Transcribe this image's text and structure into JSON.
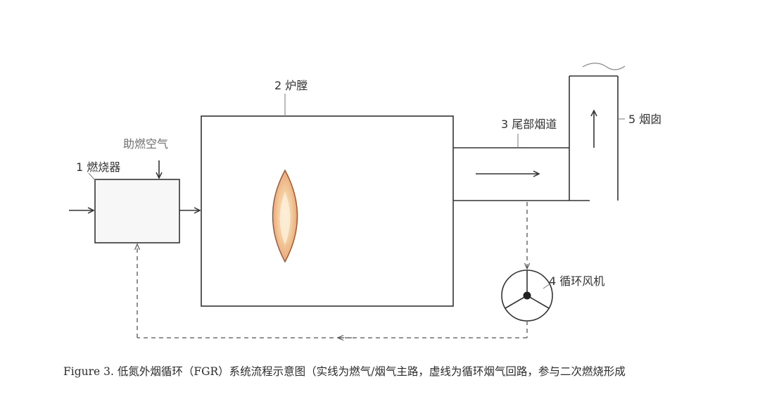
{
  "labels": {
    "burner": "1 燃烧器",
    "air": "助燃空气",
    "furnace": "2 炉膛",
    "flue": "3 尾部烟道",
    "fan": "4 循环风机",
    "chimney": "5 烟囱"
  },
  "caption": "Figure 3. 低氮外烟循环（FGR）系统流程示意图（实线为燃气/烟气主路，虚线为循环烟气回路，参与二次燃烧形成"
}
